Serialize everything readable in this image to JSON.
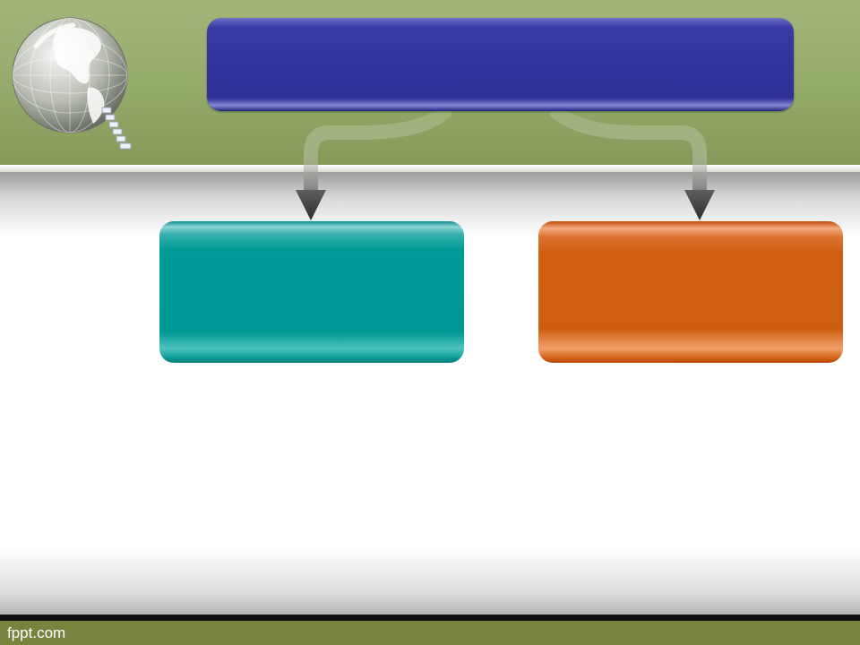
{
  "slide": {
    "boxes": {
      "top": {
        "label": "",
        "color": "#33339e"
      },
      "left": {
        "label": "",
        "color": "#009894"
      },
      "right": {
        "label": "",
        "color": "#cd5e10"
      }
    },
    "connectors": [
      {
        "from": "top",
        "to": "left"
      },
      {
        "from": "top",
        "to": "right"
      }
    ]
  },
  "decor": {
    "logo_icon": "globe-with-stairs-icon"
  },
  "footer": {
    "brand": "fppt.com",
    "bar_color": "#77833f"
  }
}
